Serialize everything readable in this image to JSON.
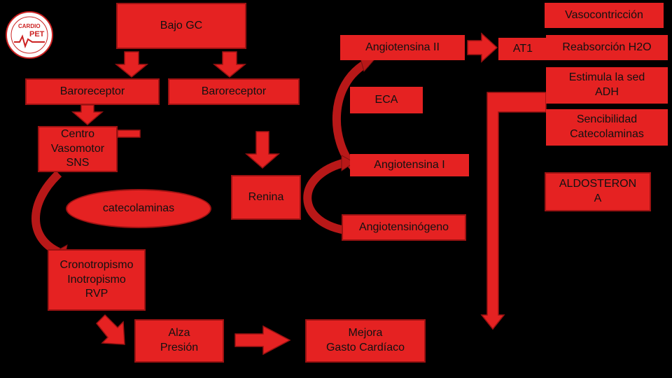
{
  "logo": {
    "line1": "CARDIO",
    "line2": "PET"
  },
  "colors": {
    "box": "#e52222",
    "border": "#9c1212",
    "background": "#000000"
  },
  "nodes": {
    "bajo_gc": "Bajo GC",
    "baroreceptor_left": "Baroreceptor",
    "baroreceptor_right": "Baroreceptor",
    "centro_vasomotor": "Centro\nVasomotor\nSNS",
    "catecolaminas": "catecolaminas",
    "renina": "Renina",
    "angiotensina_ii": "Angiotensina II",
    "eca": "ECA",
    "angiotensina_i": "Angiotensina I",
    "angiotensinogeno": "Angiotensinógeno",
    "at1": "AT1",
    "vasocontriccion": "Vasocontricción",
    "reabsorcion": "Reabsorción H2O",
    "estimula_sed": "Estimula la sed\nADH",
    "sencibilidad": "Sencibilidad\nCatecolaminas",
    "aldosterona": "ALDOSTERON\nA",
    "cronotropismo": "Cronotropismo\nInotropismo\nRVP",
    "alza_presion": "Alza\nPresión",
    "mejora_gasto": "Mejora\nGasto Cardíaco"
  }
}
